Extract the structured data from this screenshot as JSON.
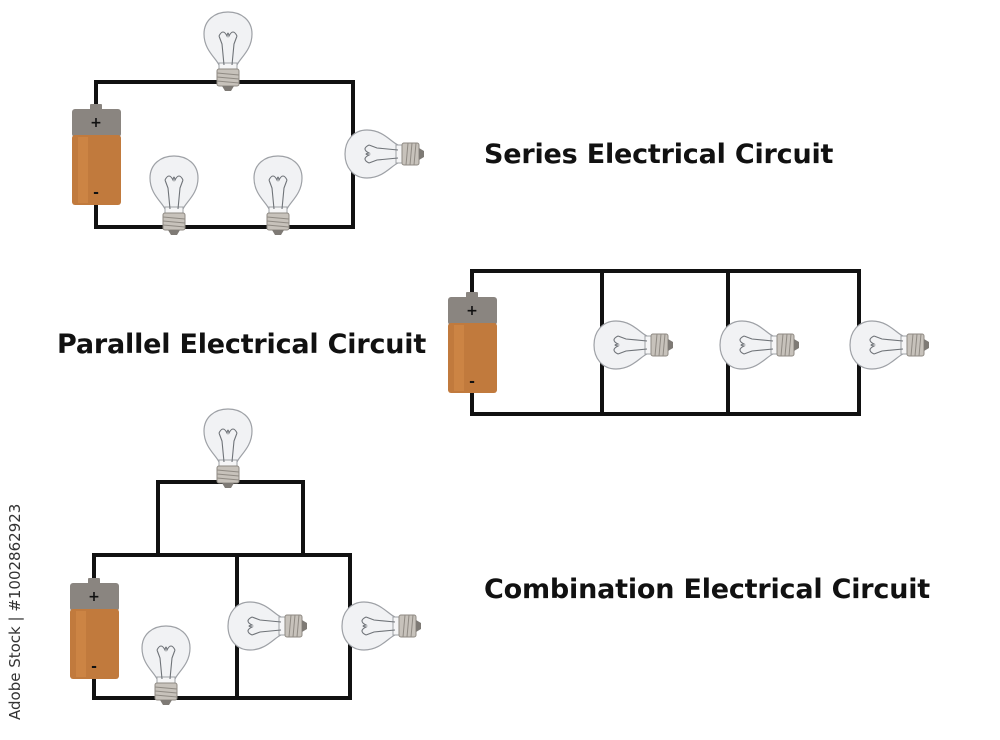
{
  "labels": {
    "series": "Series Electrical Circuit",
    "parallel": "Parallel Electrical Circuit",
    "combination": "Combination Electrical Circuit"
  },
  "watermark": "Adobe Stock | #1002862923",
  "battery": {
    "positive": "+",
    "negative": "-"
  },
  "colors": {
    "wire": "#111111",
    "battery_body": "#c17a3d",
    "battery_cap": "#8a8580",
    "bulb_glass": "#f1f2f4",
    "bulb_base": "#c7c2bb",
    "text": "#111111"
  },
  "circuits": [
    {
      "name": "series",
      "bulbs": 4,
      "battery": 1
    },
    {
      "name": "parallel",
      "bulbs": 3,
      "battery": 1
    },
    {
      "name": "combination",
      "bulbs": 4,
      "battery": 1
    }
  ]
}
